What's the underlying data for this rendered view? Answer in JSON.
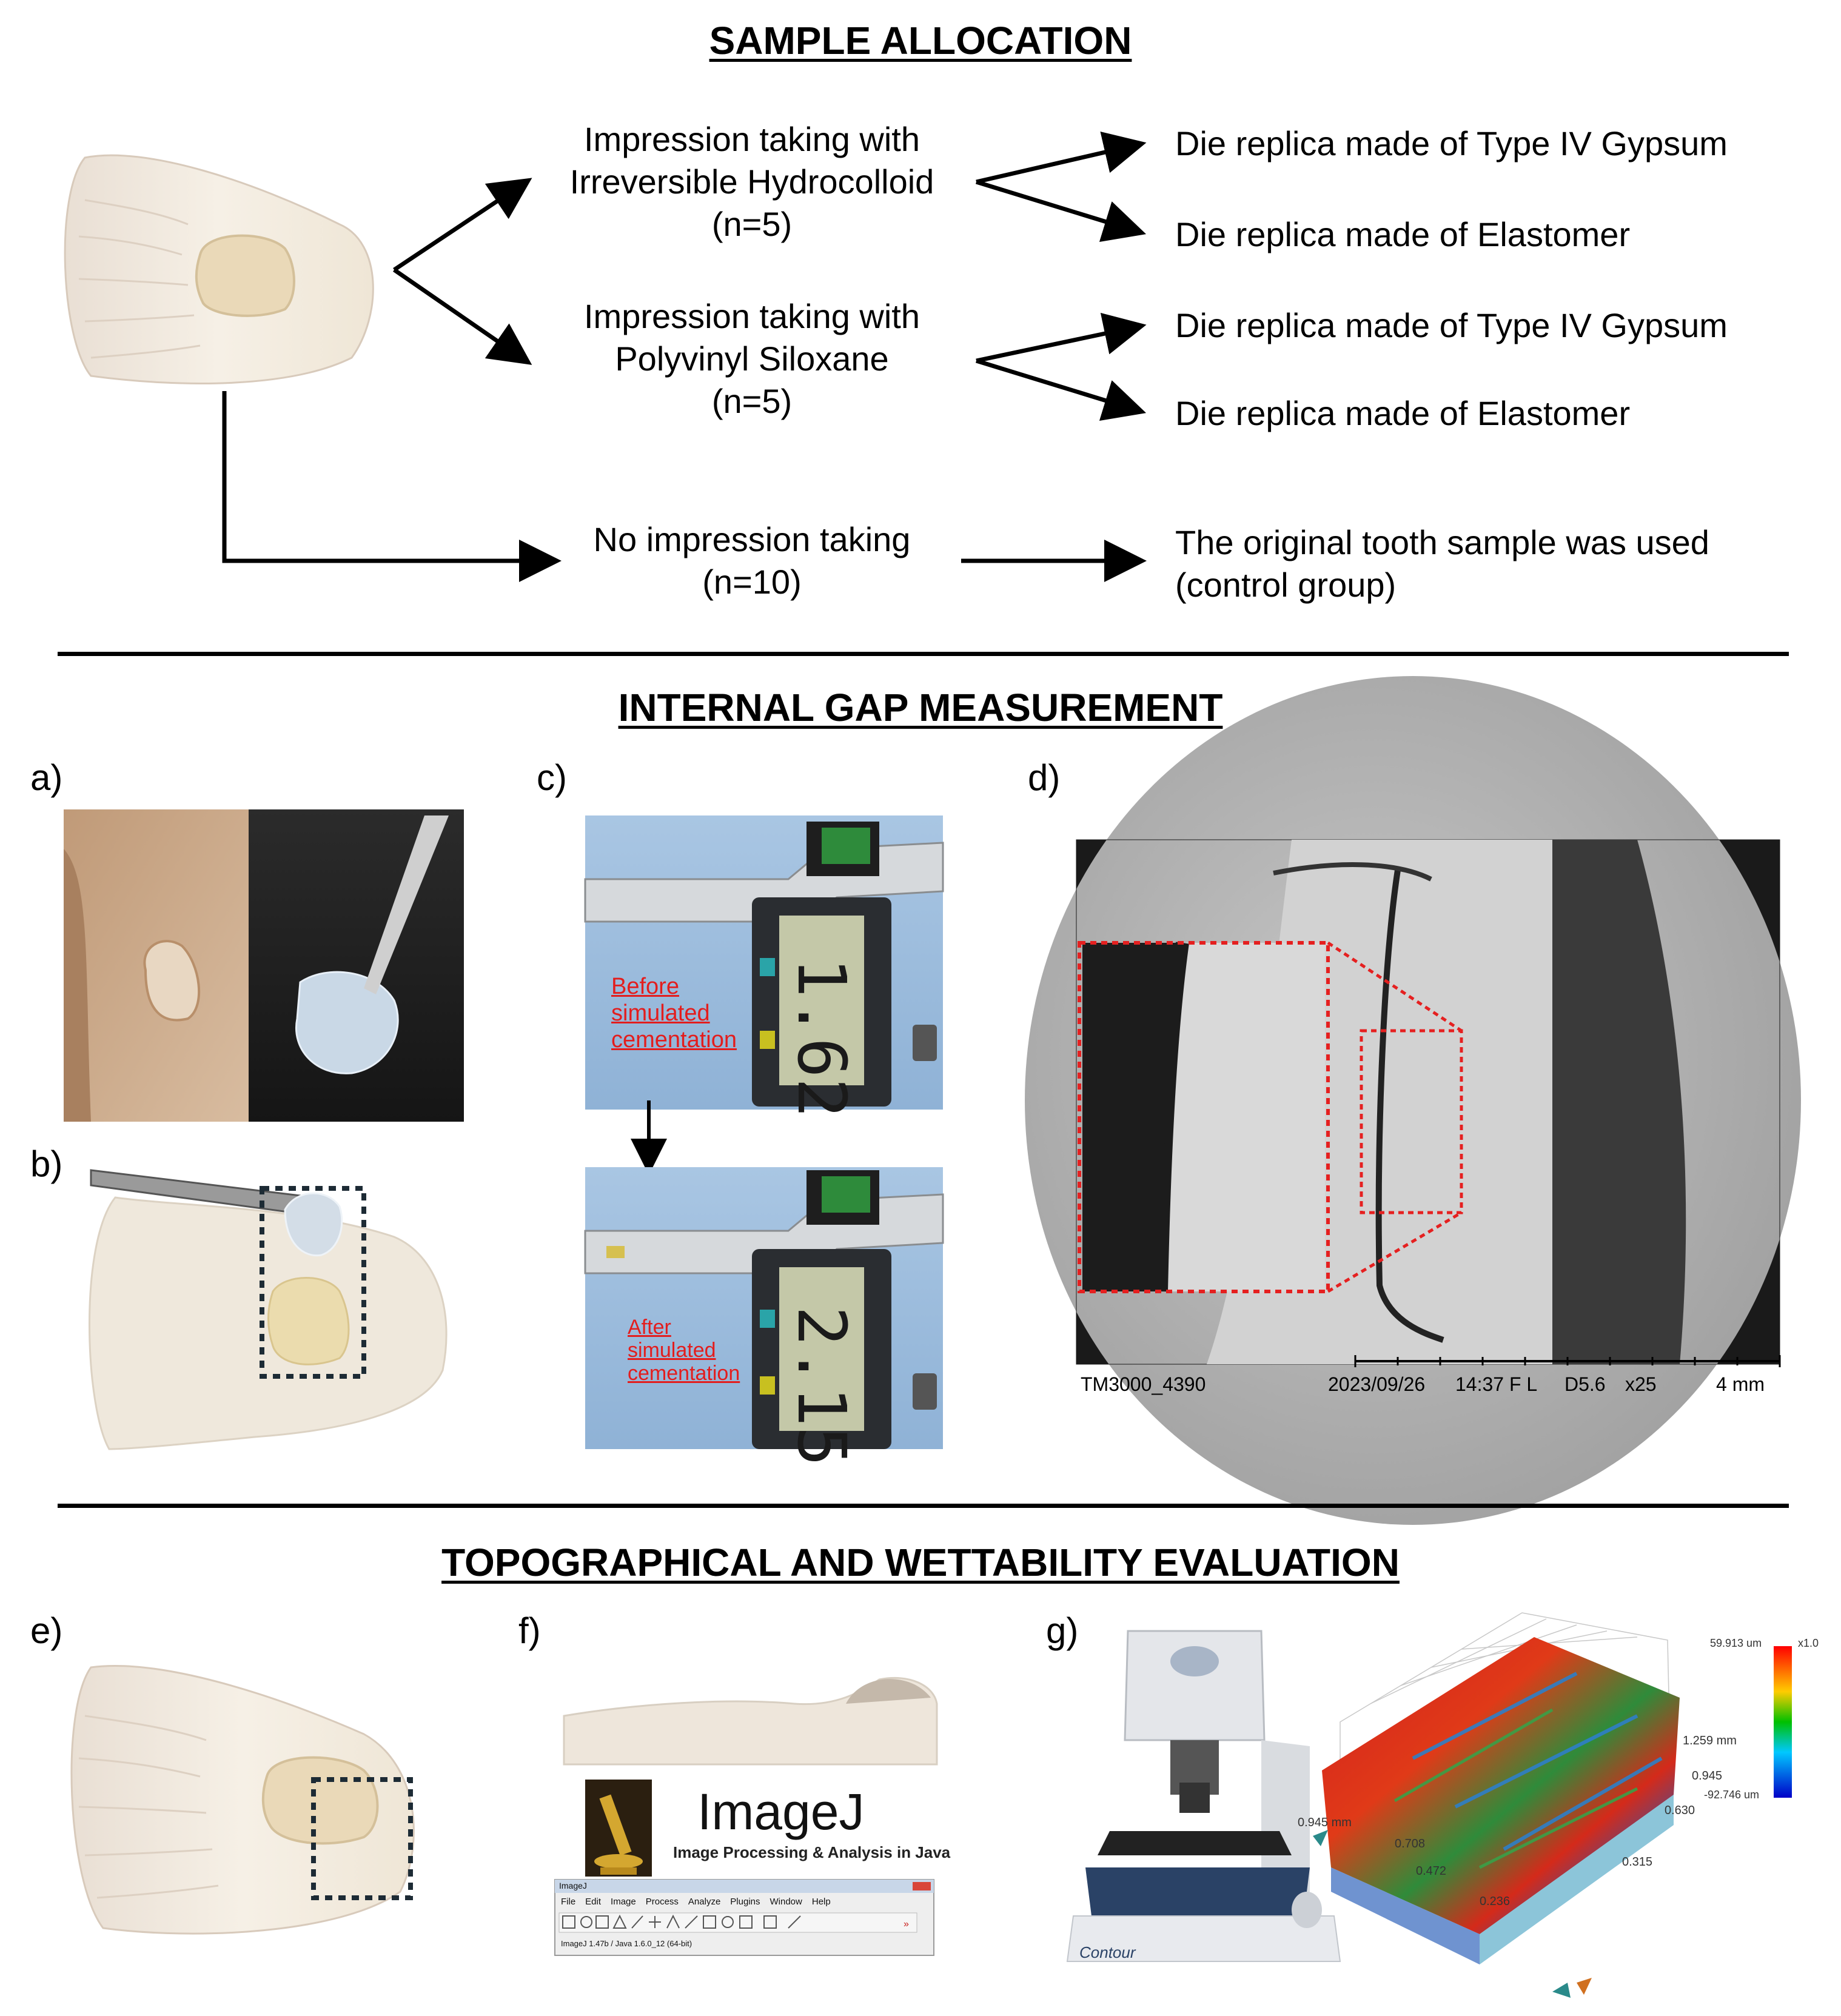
{
  "sections": {
    "allocation_title": "SAMPLE ALLOCATION",
    "gap_title": "INTERNAL GAP MEASUREMENT",
    "topo_title": "TOPOGRAPHICAL AND WETTABILITY EVALUATION"
  },
  "allocation": {
    "group1": {
      "line1": "Impression taking with",
      "line2": "Irreversible Hydrocolloid",
      "line3": "(n=5)"
    },
    "group2": {
      "line1": "Impression taking with",
      "line2": "Polyvinyl Siloxane",
      "line3": "(n=5)"
    },
    "group3": {
      "line1": "No impression taking",
      "line2": "(n=10)"
    },
    "outcomes": {
      "g1a": "Die replica made of Type IV Gypsum",
      "g1b": "Die replica made of Elastomer",
      "g2a": "Die replica made of Type IV Gypsum",
      "g2b": "Die replica made of Elastomer",
      "g3_line1": "The original tooth sample was used",
      "g3_line2": "(control group)"
    }
  },
  "panels": {
    "a": "a)",
    "b": "b)",
    "c": "c)",
    "d": "d)",
    "e": "e)",
    "f": "f)",
    "g": "g)"
  },
  "caliper": {
    "before_l1": "Before",
    "before_l2": "simulated",
    "before_l3": "cementation",
    "after_l1": "After",
    "after_l2": "simulated",
    "after_l3": "cementation",
    "reading_before": "1.62",
    "reading_after": "2.15"
  },
  "sem": {
    "id": "TM3000_4390",
    "date": "2023/09/26",
    "time": "14:37 F L",
    "wd": "D5.6",
    "mag": "x25",
    "scale": "4 mm"
  },
  "imagej": {
    "title": "ImageJ",
    "subtitle": "Image Processing & Analysis in Java",
    "window_title": "ImageJ",
    "menu": [
      "File",
      "Edit",
      "Image",
      "Process",
      "Analyze",
      "Plugins",
      "Window",
      "Help"
    ],
    "status": "ImageJ 1.47b / Java 1.6.0_12 (64-bit)"
  },
  "profilometer": {
    "brand": "Contour",
    "legend_max": "59.913 um",
    "legend_min": "-92.746 um",
    "legend_scale": "x1.0",
    "axis_y_top": "1.259 mm",
    "axis_y1": "0.945",
    "axis_y2": "0.630",
    "axis_y3": "0.315",
    "axis_x0": "0.945 mm",
    "axis_x1": "0.708",
    "axis_x2": "0.472",
    "axis_x3": "0.236"
  }
}
